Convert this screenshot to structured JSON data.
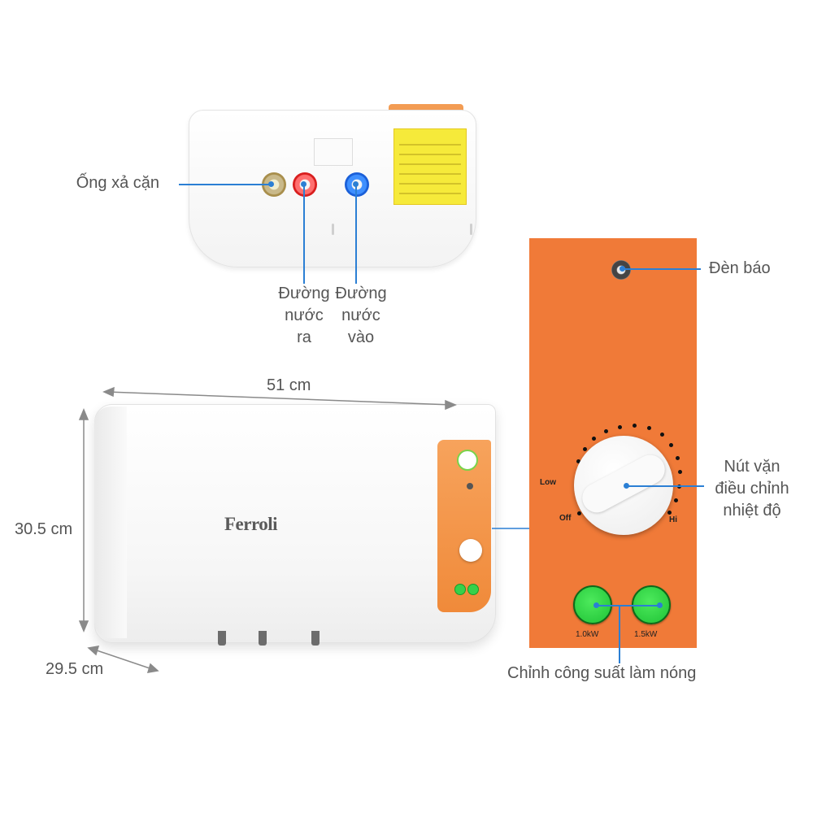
{
  "brand": "Ferroli",
  "dimensions": {
    "width": "51 cm",
    "height": "30.5 cm",
    "depth": "29.5 cm"
  },
  "back_view": {
    "drain_pipe": "Ống xả cặn",
    "water_out": {
      "line1": "Đường",
      "line2": "nước",
      "line3": "ra"
    },
    "water_in": {
      "line1": "Đường",
      "line2": "nước",
      "line3": "vào"
    }
  },
  "control_panel": {
    "indicator_light": "Đèn báo",
    "temperature_knob": {
      "line1": "Nút vặn",
      "line2": "điều chỉnh",
      "line3": "nhiệt độ"
    },
    "knob_marks": {
      "low": "Low",
      "off": "Off",
      "hi": "Hi"
    },
    "power_buttons": [
      "1.0kW",
      "1.5kW"
    ],
    "power_adjust": "Chỉnh công suất làm nóng"
  },
  "colors": {
    "panel_orange": "#f07a38",
    "callout_blue": "#2b7fd4",
    "button_green": "#1fc236",
    "hot_red": "#d81d1d",
    "cold_blue": "#1a5fd8"
  }
}
